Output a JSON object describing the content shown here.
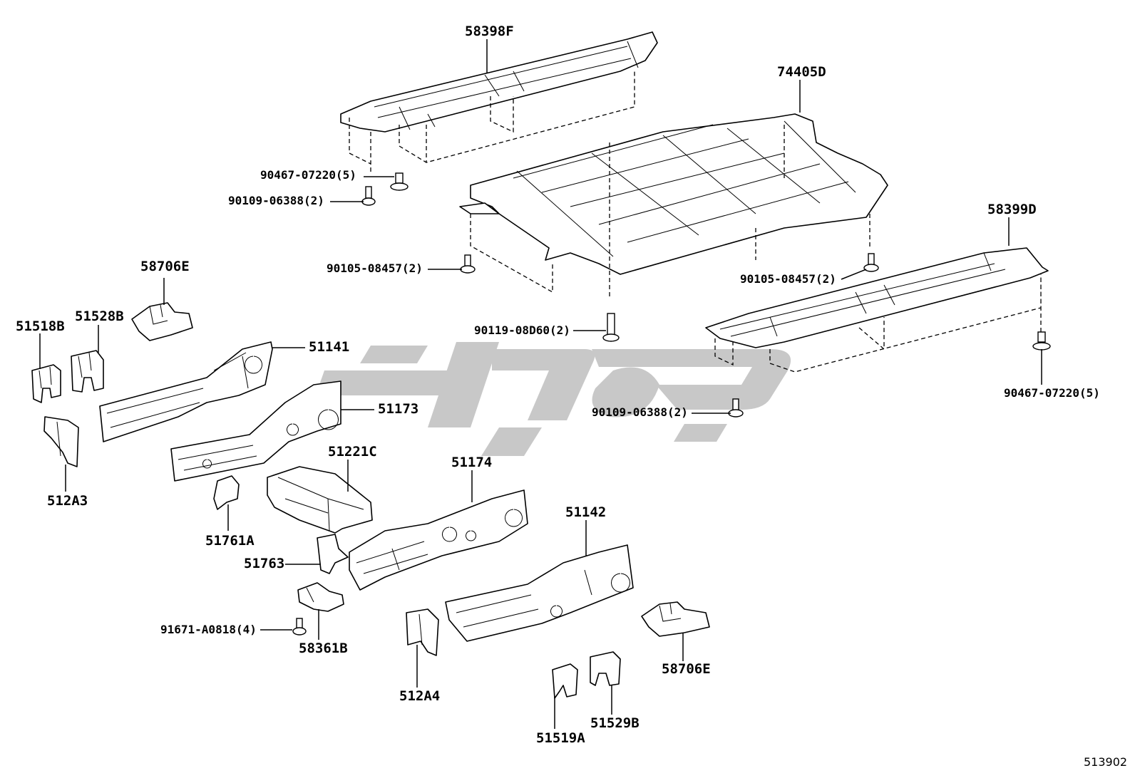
{
  "diagram": {
    "reference_number": "513902",
    "callouts": {
      "p58398F": "58398F",
      "p74405D": "74405D",
      "p58399D": "58399D",
      "f90467a": "90467-07220(5)",
      "f90109a": "90109-06388(2)",
      "f90105a": "90105-08457(2)",
      "f90105b": "90105-08457(2)",
      "f90119": "90119-08D60(2)",
      "f90109b": "90109-06388(2)",
      "f90467b": "90467-07220(5)",
      "p58706Ea": "58706E",
      "p51518B": "51518B",
      "p51528B": "51528B",
      "p51141": "51141",
      "p51173": "51173",
      "p512A3": "512A3",
      "p51221C": "51221C",
      "p51174": "51174",
      "p51761A": "51761A",
      "p51763": "51763",
      "p51142": "51142",
      "f91671": "91671-A0818(4)",
      "p58361B": "58361B",
      "p512A4": "512A4",
      "p58706Eb": "58706E",
      "p51519A": "51519A",
      "p51529B": "51529B"
    },
    "colors": {
      "line": "#000000",
      "watermark": "#c8c8c8",
      "background": "#ffffff"
    }
  }
}
